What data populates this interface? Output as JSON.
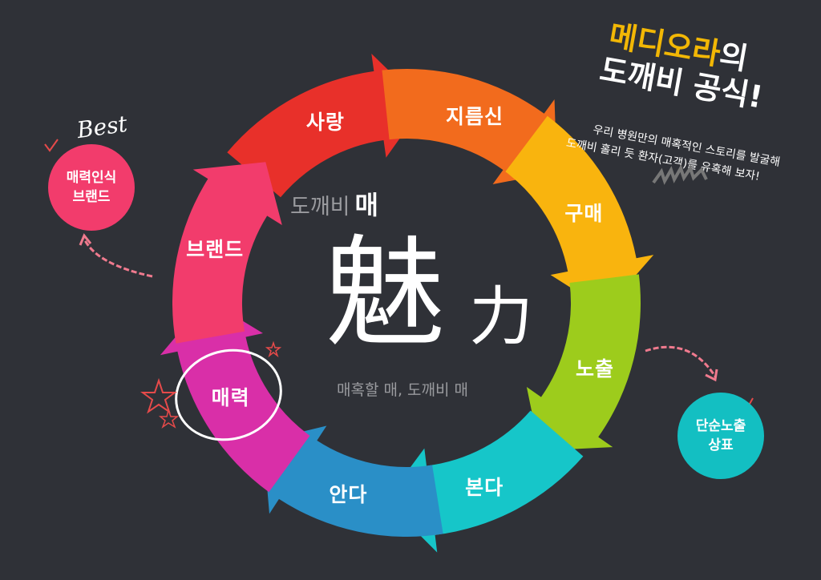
{
  "headline": {
    "brand": "메디오라",
    "brand_suffix": "의",
    "line2": "도깨비 공식!"
  },
  "description": [
    "우리 병원만의 매혹적인 스토리를 발굴해",
    "도깨비 홀리 듯 환자(고객)를 유혹해 보자!"
  ],
  "center": {
    "top_prefix": "도깨비",
    "top_bold": "매",
    "hanja_main": "魅",
    "hanja_sub": "力",
    "subtitle": "매혹할 매, 도깨비 매"
  },
  "cycle": [
    {
      "label": "사랑",
      "color": "#e8302a"
    },
    {
      "label": "지름신",
      "color": "#f26b1d"
    },
    {
      "label": "구매",
      "color": "#f9b40e"
    },
    {
      "label": "노출",
      "color": "#9dcc1c"
    },
    {
      "label": "본다",
      "color": "#16c6c9"
    },
    {
      "label": "안다",
      "color": "#2a8fc7"
    },
    {
      "label": "매력",
      "color": "#d92fa8"
    },
    {
      "label": "브랜드",
      "color": "#f23c6c"
    }
  ],
  "badges": {
    "left": {
      "tag": "Best",
      "lines": [
        "매력인식",
        "브랜드"
      ],
      "color": "#f23c6c"
    },
    "right": {
      "lines": [
        "단순노출",
        "상표"
      ],
      "color": "#13bfc2"
    }
  }
}
